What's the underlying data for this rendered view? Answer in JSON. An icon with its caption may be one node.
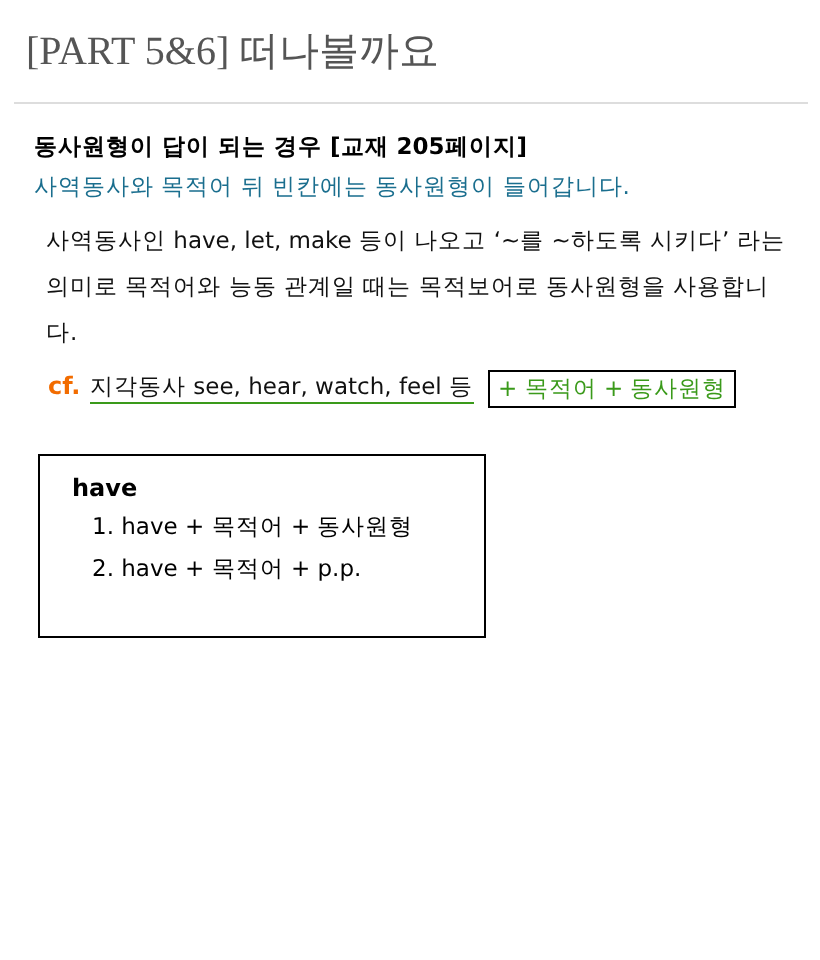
{
  "diagram": {
    "title": "[PART 5&6] 떠나볼까요",
    "nodes": [
      {
        "text": [
          "+ 목적어 + 동사원형"
        ]
      },
      {
        "text": [
          "have",
          "1. have + 목적어 + 동사원형",
          "2. have + 목적어 + p.p."
        ]
      }
    ],
    "labels": [
      "동사원형이 답이 되는 경우 [교재 205페이지]",
      "사역동사와 목적어 뒤 빈칸에는 동사원형이 들어갑니다.",
      "사역동사인 have, let, make 등이 나오고 ‘~를 ~하도록 시키다’ 라는 의미로 목적어와 능동 관계일 때는 목적보어로 동사원형을 사용합니다.",
      "cf.",
      "지각동사 see, hear, watch, feel 등"
    ]
  }
}
